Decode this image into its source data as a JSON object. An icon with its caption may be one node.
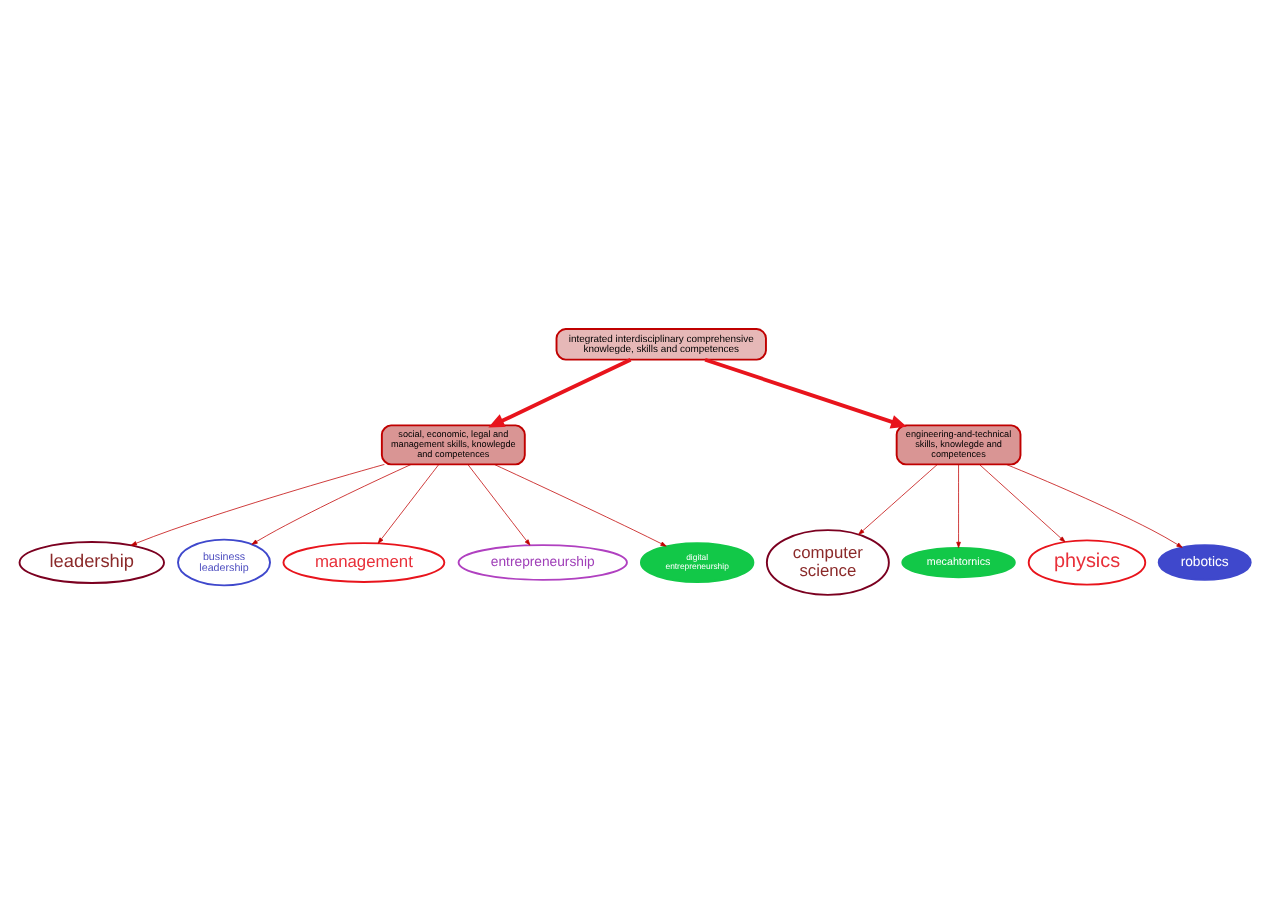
{
  "diagram": {
    "nodes": [
      {
        "text": [
          "integrated interdisciplinary comprehensive knowlegde, skills and competences"
        ]
      },
      {
        "text": [
          "social, economic, legal and management skills, knowlegde and competences"
        ]
      },
      {
        "text": [
          "engineering-and-technical skills, knowlegde and competences"
        ]
      },
      {
        "text": [
          "leadership"
        ]
      },
      {
        "text": [
          "business leadership"
        ]
      },
      {
        "text": [
          "management"
        ]
      },
      {
        "text": [
          "entrepreneurship"
        ]
      },
      {
        "text": [
          "digital entrepreneurship"
        ]
      },
      {
        "text": [
          "computer science"
        ]
      },
      {
        "text": [
          "mecahtornics"
        ]
      },
      {
        "text": [
          "physics"
        ]
      },
      {
        "text": [
          "robotics"
        ]
      }
    ],
    "edges": [
      {
        "from": 0,
        "to": 1,
        "arrow": "to",
        "style": "thick",
        "color": "#e8141c"
      },
      {
        "from": 0,
        "to": 2,
        "arrow": "to",
        "style": "thick",
        "color": "#e8141c"
      },
      {
        "from": 1,
        "to": 3,
        "arrow": "to"
      },
      {
        "from": 1,
        "to": 4,
        "arrow": "to"
      },
      {
        "from": 1,
        "to": 7,
        "arrow": "to"
      },
      {
        "from": 1,
        "to": 6,
        "arrow": "to"
      },
      {
        "from": 1,
        "to": 5,
        "arrow": "to"
      },
      {
        "from": 2,
        "to": 8,
        "arrow": "to"
      },
      {
        "from": 2,
        "to": 11,
        "arrow": "to"
      },
      {
        "from": 2,
        "to": 9,
        "arrow": "to"
      },
      {
        "from": 2,
        "to": 10,
        "arrow": "to"
      }
    ]
  }
}
